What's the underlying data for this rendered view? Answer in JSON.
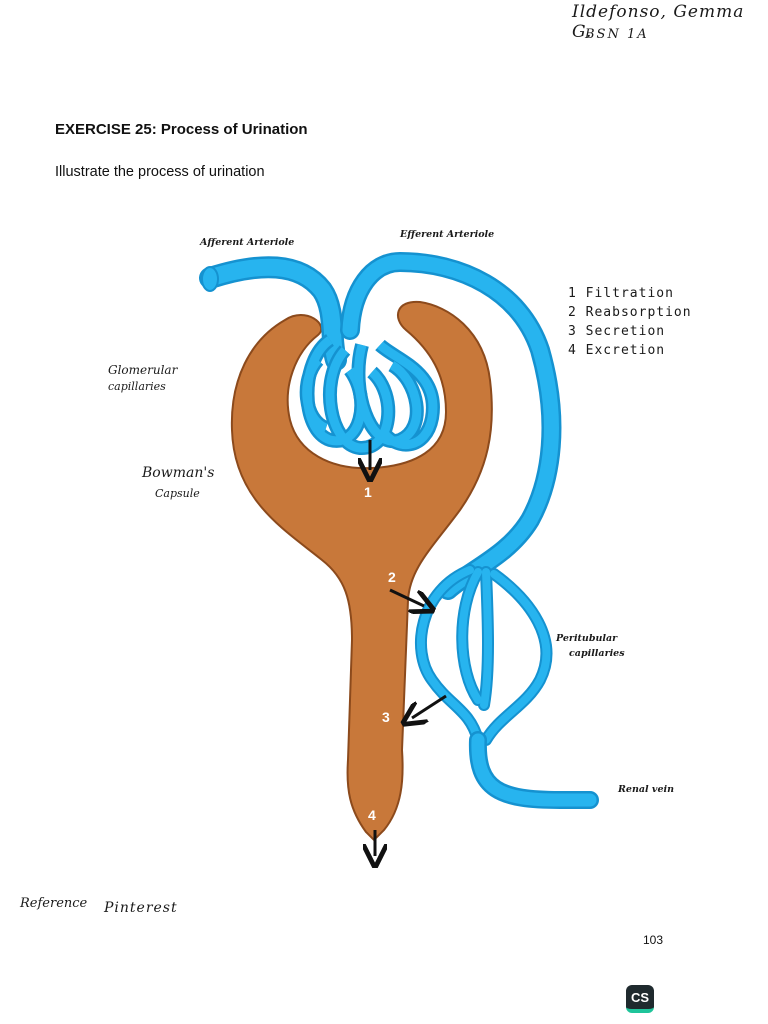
{
  "header": {
    "student_name": "Ildefonso, Gemma G.",
    "section": "BSN 1A"
  },
  "exercise": {
    "title": "EXERCISE 25: Process of Urination",
    "instruction": "Illustrate the process of urination"
  },
  "diagram": {
    "labels": {
      "afferent": "Afferent Arteriole",
      "efferent": "Efferent Arteriole",
      "glomerular_1": "Glomerular",
      "glomerular_2": "capillaries",
      "bowmans_1": "Bowman's",
      "bowmans_2": "Capsule",
      "peritubular_1": "Peritubular",
      "peritubular_2": "capillaries",
      "renal_vein": "Renal vein"
    },
    "steps": [
      "1  Filtration",
      "2  Reabsorption",
      "3  Secretion",
      "4  Excretion"
    ],
    "markers": [
      "1",
      "2",
      "3",
      "4"
    ],
    "colors": {
      "vessel": "#27b4ef",
      "vessel_outline": "#1592d0",
      "capsule": "#c8783a",
      "capsule_outline": "#8c4a1c"
    }
  },
  "footer": {
    "reference_label": "Reference",
    "reference_source": "Pinterest",
    "page_number": "103",
    "app_logo": "CS"
  }
}
